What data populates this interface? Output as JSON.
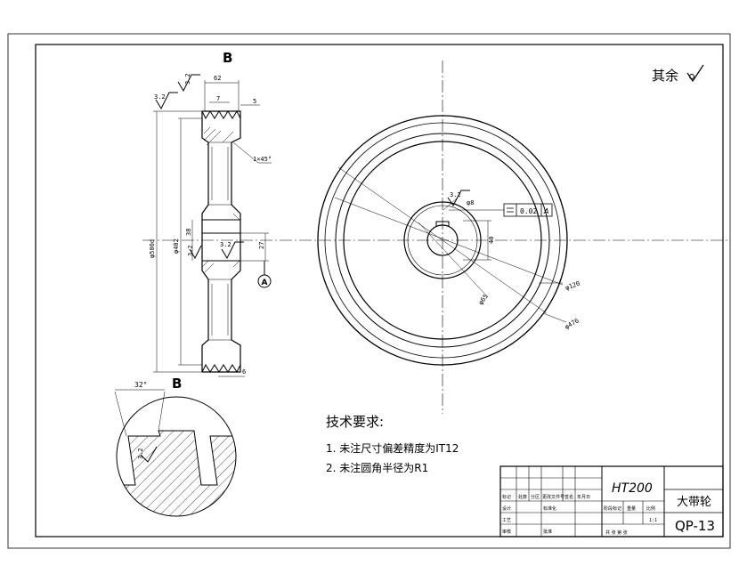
{
  "labels": {
    "section_view": "B",
    "detail_view": "B",
    "surface_note": "其余",
    "datum": "A"
  },
  "dims": {
    "w62": "62",
    "w5": "5",
    "w7": "7",
    "w6": "6",
    "d500": "φ500d",
    "d402": "φ402",
    "d38": "38",
    "d27": "27",
    "d32a": "3.2",
    "d32b": "3.2",
    "d32c": "3.2",
    "d32d": "3.2",
    "d32e": "3.2",
    "chamfer": "1×45°",
    "angle": "32°",
    "d40": "40",
    "d120": "φ120",
    "d476": "φ476",
    "d65": "φ65",
    "d8": "φ8"
  },
  "tolerance": {
    "value": "0.02",
    "datum": "A"
  },
  "tech": {
    "heading": "技术要求:",
    "note1": "1. 未注尺寸偏差精度为IT12",
    "note2": "2. 未注圆角半径为R1"
  },
  "title_block": {
    "material": "HT200",
    "part_name": "大带轮",
    "drawing_no": "QP-13",
    "row_labels": [
      "标记",
      "处数",
      "分区",
      "更改文件号",
      "签名",
      "年月日"
    ],
    "stage_labels": [
      "阶段标记",
      "重量",
      "比例"
    ],
    "design": "设计",
    "standardize": "标准化",
    "review": "审核",
    "process": "工艺",
    "approve": "批准",
    "sheet_info": "共 张 第 张",
    "scale": "1:1"
  }
}
